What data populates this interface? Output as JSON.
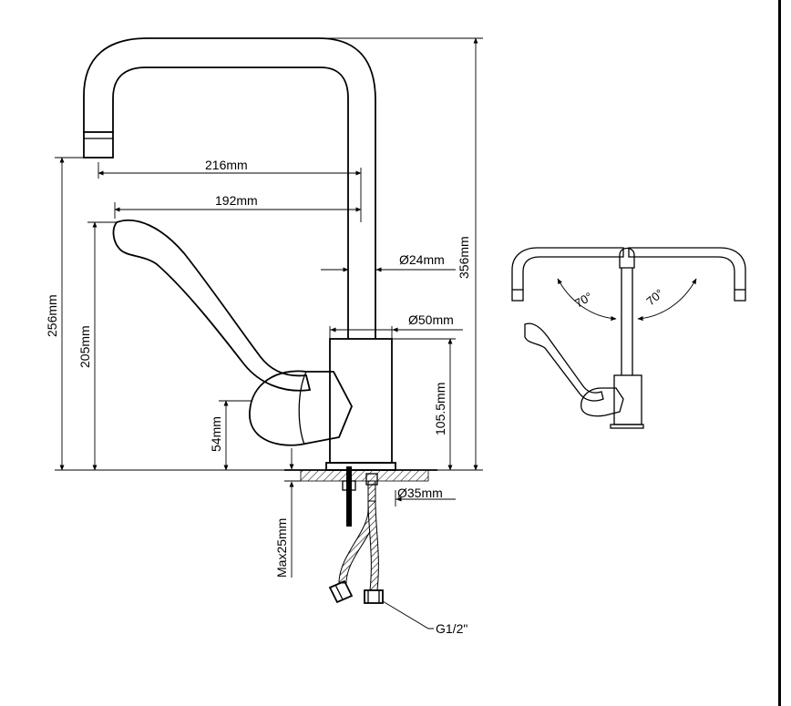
{
  "dimensions": {
    "reach_216": "216mm",
    "reach_192": "192mm",
    "spout_diameter": "Ø24mm",
    "body_diameter": "Ø50mm",
    "base_diameter": "Ø35mm",
    "total_height": "356mm",
    "spout_height": "256mm",
    "handle_height": "205mm",
    "body_height": "105.5mm",
    "lever_height": "54mm",
    "max_deck": "Max25mm",
    "thread": "G1/2\""
  },
  "swivel": {
    "angle_left": "70°",
    "angle_right": "70°"
  }
}
